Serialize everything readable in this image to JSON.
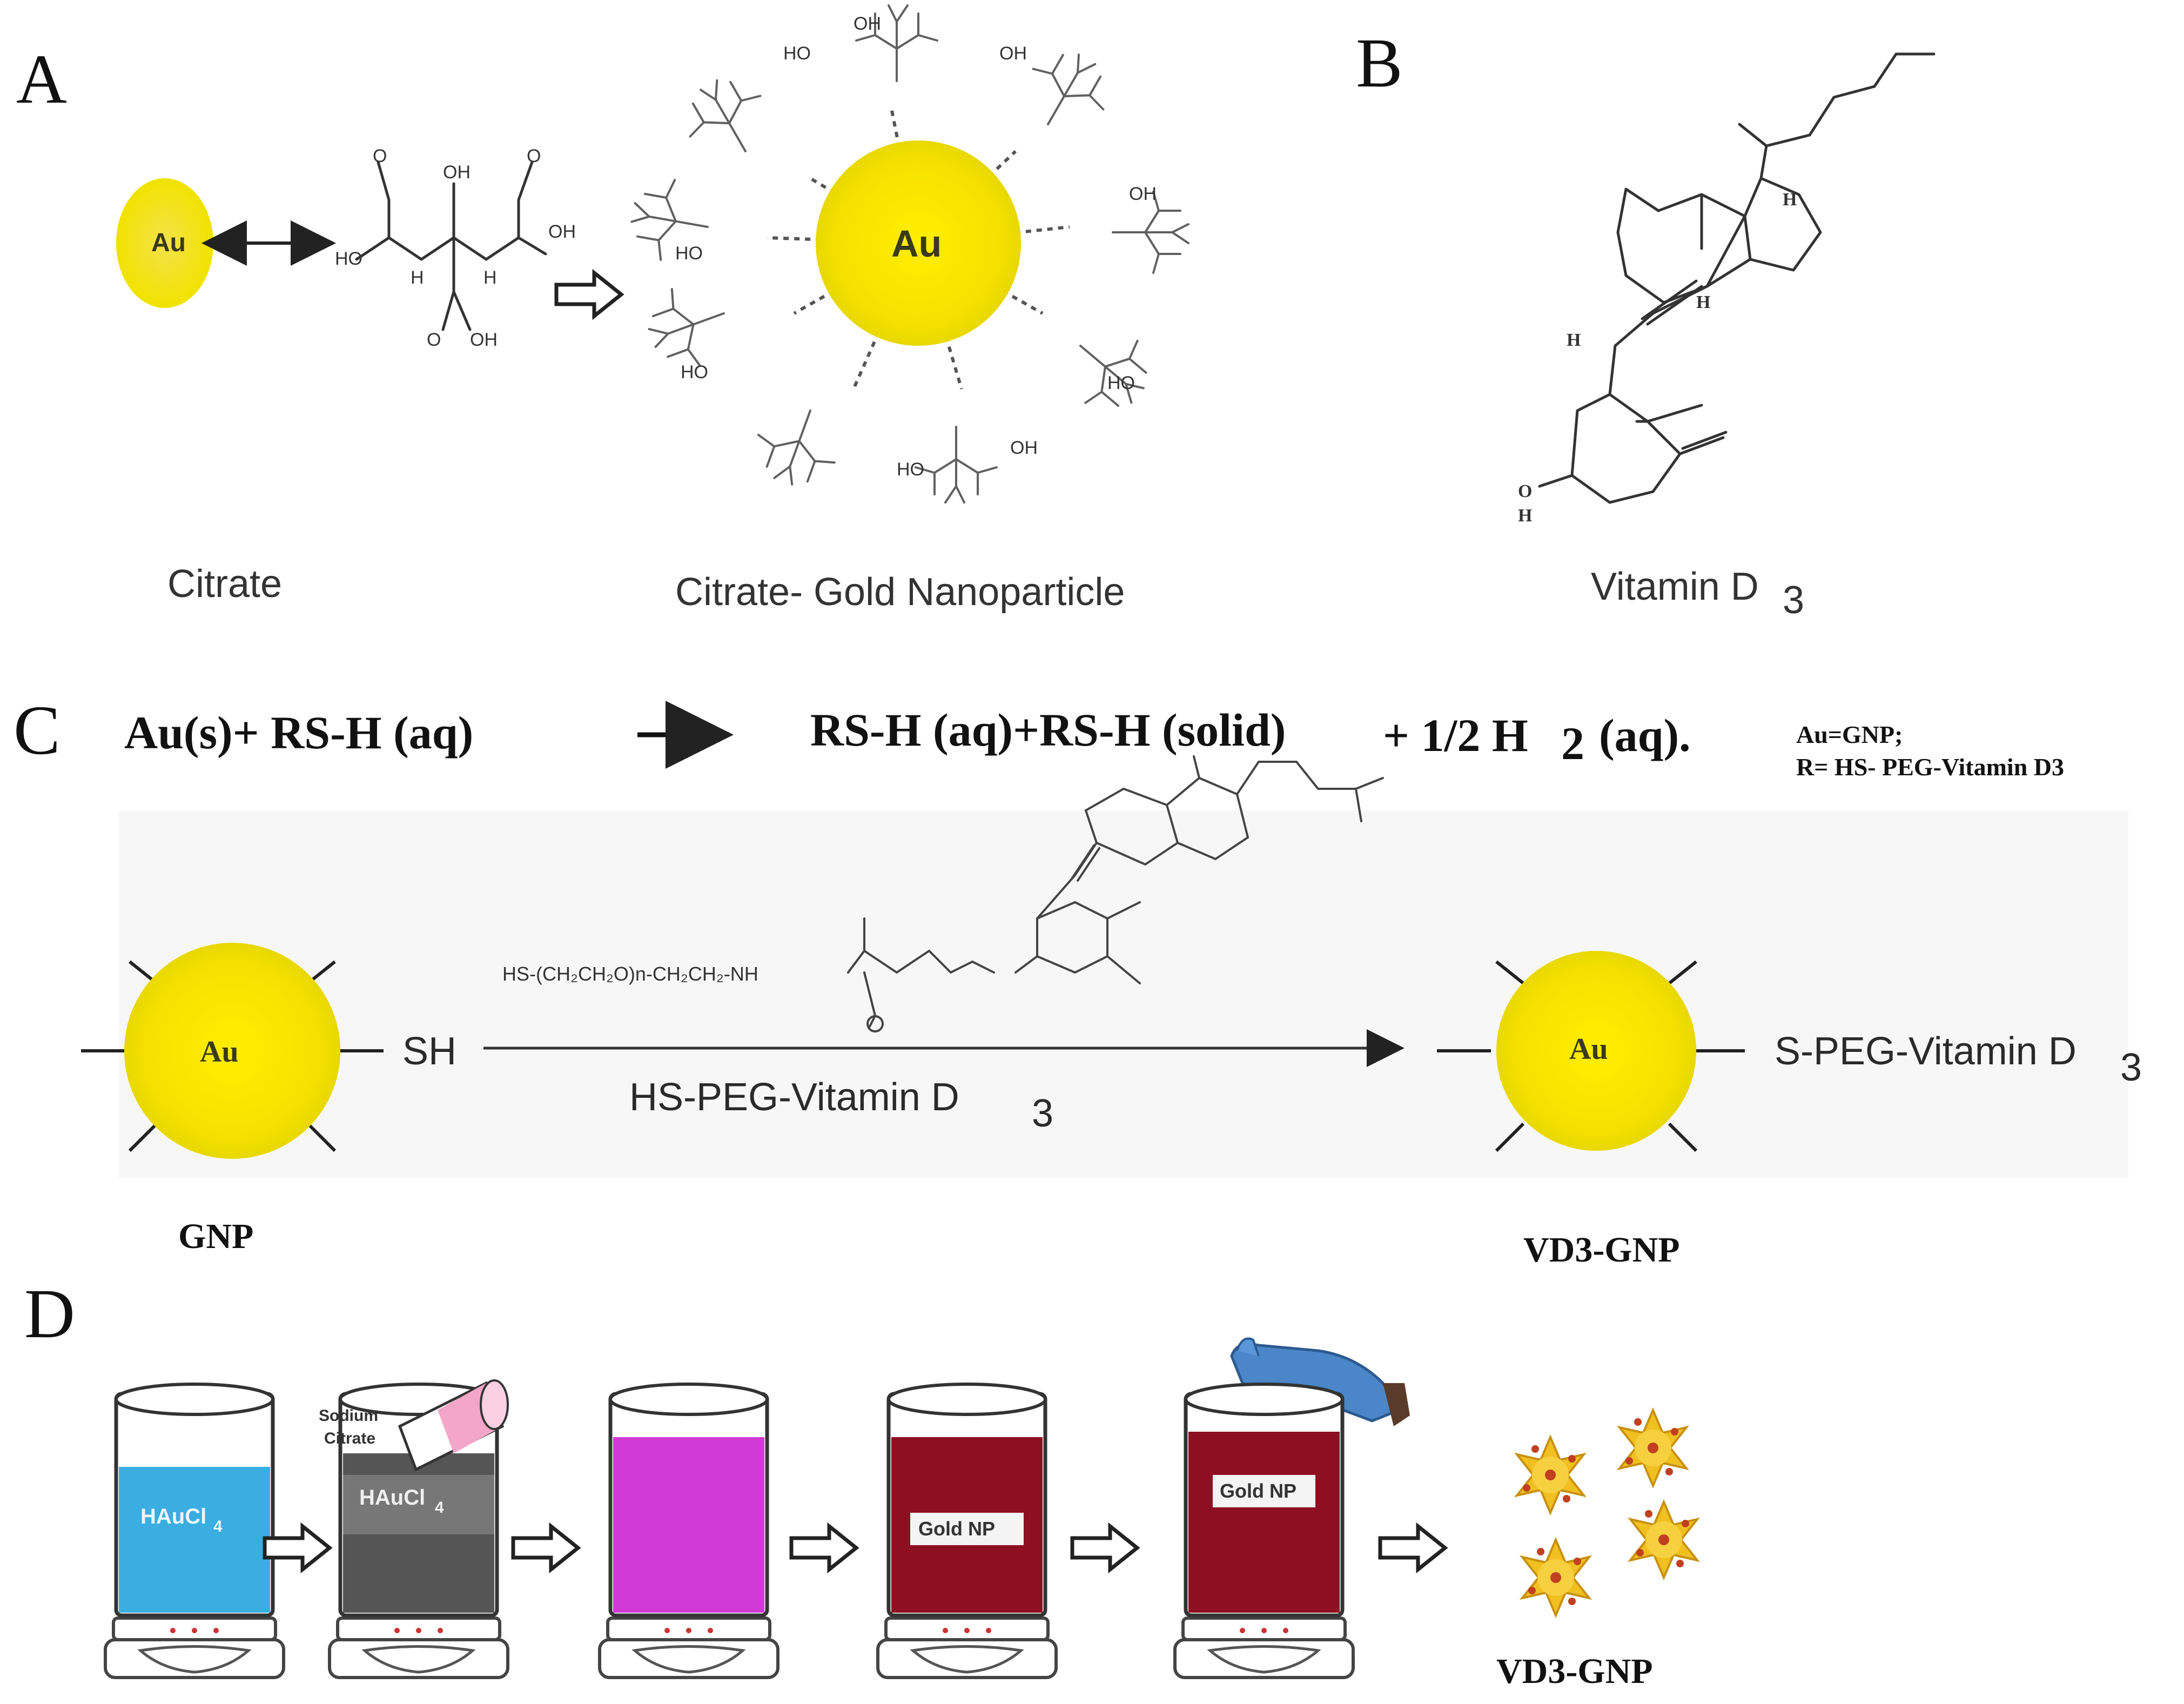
{
  "panels": {
    "A": {
      "letter": "A",
      "au_small": "Au",
      "au_large": "Au",
      "caption_left": "Citrate",
      "caption_right": "Citrate- Gold Nanoparticle",
      "atoms": {
        "oh": "OH",
        "ho": "HO",
        "o": "O",
        "h": "H"
      }
    },
    "B": {
      "letter": "B",
      "caption": "Vitamin D",
      "caption_sub": "3",
      "h_label": "H",
      "o_label": "O"
    },
    "C": {
      "letter": "C",
      "equation_left": "Au(s)+ RS-H (aq)",
      "equation_right_a": "RS-H (aq)+RS-H (solid)",
      "equation_right_b": "+ 1/2 H",
      "equation_right_sub": "2",
      "equation_right_c": "(aq).",
      "legend_line1": "Au=GNP;",
      "legend_line2": "R= HS- PEG-Vitamin D3",
      "au_left": "Au",
      "au_right": "Au",
      "sh": "SH",
      "linker": "HS-(CH₂CH₂O)n-CH₂CH₂-NH",
      "reagent": "HS-PEG-Vitamin D",
      "reagent_sub": "3",
      "product": "S-PEG-Vitamin D",
      "product_sub": "3",
      "left_caption": "GNP",
      "right_caption": "VD3-GNP"
    },
    "D": {
      "letter": "D",
      "beaker1_label": "HAuCl",
      "beaker1_sub": "4",
      "beaker2_label": "HAuCl",
      "beaker2_sub": "4",
      "sodium_line1": "Sodium",
      "sodium_line2": "Citrate",
      "beaker4_label": "Gold NP",
      "beaker5_label": "Gold NP",
      "final_caption": "VD3-GNP"
    }
  },
  "colors": {
    "gold": "#f5e400",
    "blue_solution": "#3aaee0",
    "grey_solution": "#555555",
    "magenta_solution": "#d23ad6",
    "red_solution": "#8e0f22",
    "glove": "#4a86c8"
  }
}
